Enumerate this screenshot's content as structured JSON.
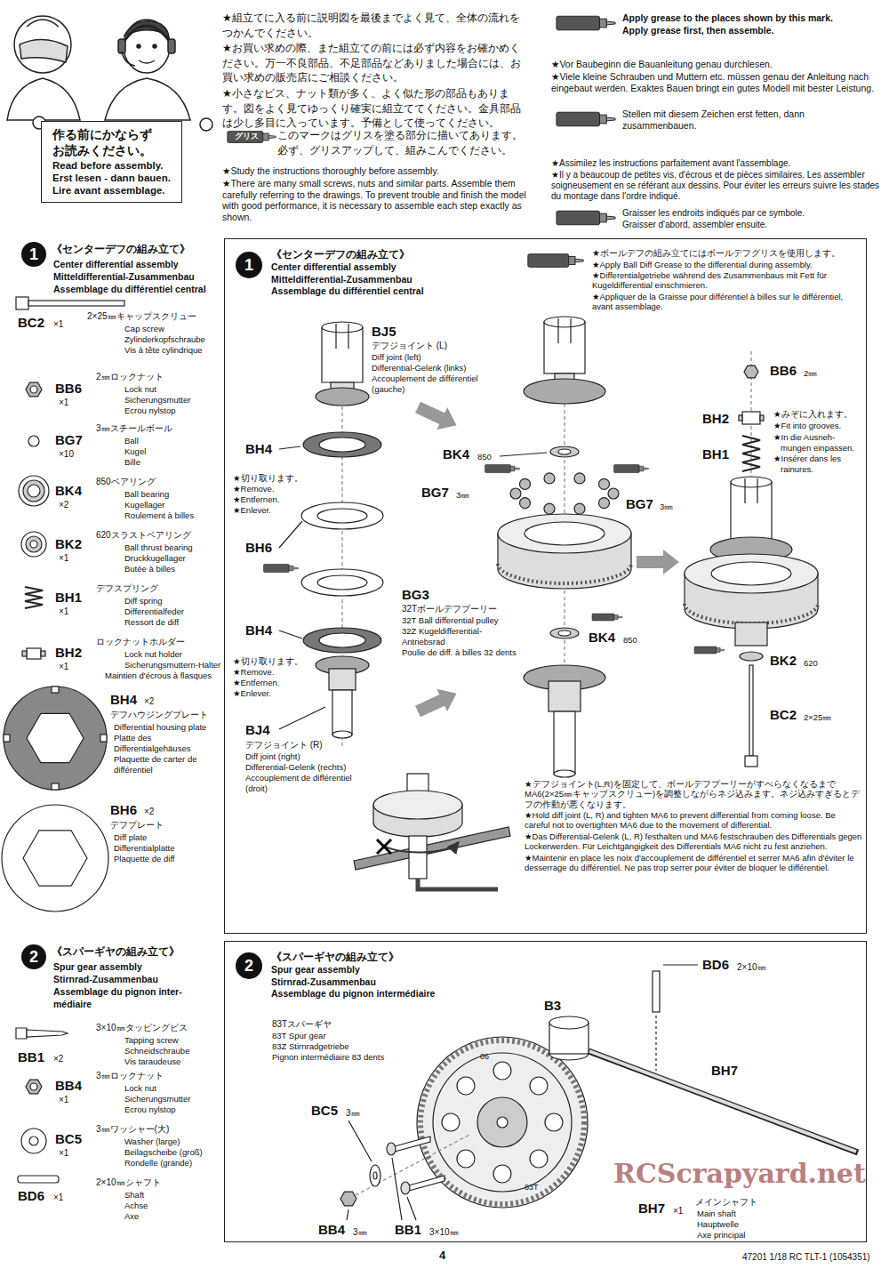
{
  "diagram": {
    "nodes": [
      {
        "text": [
          "作る前にかならず お読みください。",
          "Read before assembly.",
          "Erst lesen - dann bauen.",
          "Lire avant assemblage."
        ]
      },
      {
        "text": [
          "1"
        ]
      },
      {
        "text": [
          "《センターデフの組み立て》",
          "Center differential assembly",
          "Mitteldifferential-Zusammenbau",
          "Assemblage du différentiel central"
        ]
      },
      {
        "text": [
          "1"
        ],
        "in": 2
      },
      {
        "text": [
          "2"
        ]
      },
      {
        "text": [
          "《スパーギヤの組み立て》",
          "Spur gear assembly",
          "Stirnrad-Zusammenbau",
          "Assemblage du pignon intermédiaire"
        ]
      },
      {
        "text": [
          "2"
        ],
        "in": 5
      }
    ],
    "labels": [
      "★組立てに入る前に説明図を最後までよく見て、全体の流れをつかんでください。",
      "★お買い求めの際、また組立ての前には必ず内容をお確かめください。万一不良部品、不足部品などありました場合には、お買い求めの販売店にご相談ください。",
      "★小さなビス、ナット類が多く、よく似た形の部品もあります。図をよく見てゆっくり確実に組立ててください。金具部品は少し多目に入っています。予備として使ってください。",
      "グリス",
      "このマークはグリスを塗る部分に描いてあります。必ず、グリスアップして、組みこんでください。",
      "★Study the instructions thoroughly before assembly.",
      "★There are many small screws, nuts and similar parts. Assemble them carefully referring to the drawings. To prevent trouble and finish the model with good performance, it is necessary to assemble each step exactly as shown.",
      "Apply grease to the places shown by this mark.",
      "Apply grease first, then assemble.",
      "★Vor Baubeginn die Bauanleitung genau durchlesen.",
      "★Viele kleine Schrauben und Muttern etc. müssen genau der Anleitung nach eingebaut werden. Exaktes Bauen bringt ein gutes Modell mit bester Leistung.",
      "Stellen mit diesem Zeichen erst fetten, dann zusammenbauen.",
      "★Assimilez les instructions parfaitement avant l'assemblage.",
      "★Il y a beaucoup de petites vis, d'écrous et de pièces similaires. Les assembler soigneusement en se référant aux dessins. Pour éviter les erreurs suivre les stades du montage dans l'ordre indiqué.",
      "Graisser les endroits indiqués par ce symbole.",
      "Graisser d'abord, assembler ensuite.",
      "《センターデフの組み立て》",
      "Center differential assembly",
      "Mitteldifferential-Zusammenbau",
      "Assemblage du différentiel central",
      "BC2",
      "×1",
      "2×25㎜キャップスクリュー",
      "Cap screw",
      "Zylinderkopfschraube",
      "Vis à tête cylindrique",
      "BB6",
      "×1",
      "2㎜ロックナット",
      "Lock nut",
      "Sicherungsmutter",
      "Ecrou nylstop",
      "BG7",
      "×10",
      "3㎜スチールボール",
      "Ball",
      "Kugel",
      "Bille",
      "BK4",
      "×2",
      "850ベアリング",
      "Ball bearing",
      "Kugellager",
      "Roulement à billes",
      "BK2",
      "×1",
      "620スラストベアリング",
      "Ball thrust bearing",
      "Druckkugellager",
      "Butée à billes",
      "BH1",
      "×1",
      "デフスプリング",
      "Diff spring",
      "Differentialfeder",
      "Ressort de diff",
      "BH2",
      "×1",
      "ロックナットホルダー",
      "Lock nut holder",
      "Sicherungsmuttern-Halter",
      "Maintien d'écrous à flasques",
      "BH4",
      "×2",
      "デフハウジングプレート",
      "Differential housing plate",
      "Platte des",
      "Differentialgehäuses",
      "Plaquette de carter de",
      "différentiel",
      "BH6",
      "×2",
      "デフプレート",
      "Diff plate",
      "Differentialplatte",
      "Plaquette de diff",
      "《スパーギヤの組み立て》",
      "Spur gear assembly",
      "Stirnrad-Zusammenbau",
      "Assemblage du pignon inter-",
      "médiaire",
      "BB1",
      "×2",
      "3×10㎜タッピングビス",
      "Tapping screw",
      "Schneidschraube",
      "Vis taraudeuse",
      "BB4",
      "×1",
      "3㎜ロックナット",
      "Lock nut",
      "Sicherungsmutter",
      "Ecrou nylstop",
      "BC5",
      "×1",
      "3㎜ワッシャー(大)",
      "Washer (large)",
      "Beilagscheibe (groß)",
      "Rondelle (grande)",
      "BD6",
      "×1",
      "2×10㎜シャフト",
      "Shaft",
      "Achse",
      "Axe",
      "★ボールデフの組み立てにはボールデフグリスを使用します。",
      "★Apply Ball Diff Grease to the differential during assembly.",
      "★Differentialgetriebe während des Zusammenbaus mit Fett für Kugeldifferential einschmieren.",
      "★Appliquer de la Graisse pour différentiel à billes sur le différentiel, avant assemblage.",
      "BJ5",
      "デフジョイント (L)",
      "Diff joint (left)",
      "Differential-Gelenk (links)",
      "Accouplement de différentiel",
      "(gauche)",
      "BH4",
      "★切り取ります。",
      "★Remove.",
      "★Entfernen.",
      "★Enlever.",
      "BH6",
      "BH4",
      "★切り取ります。",
      "★Remove.",
      "★Entfernen.",
      "★Enlever.",
      "BJ4",
      "デフジョイント (R)",
      "Diff joint (right)",
      "Differential-Gelenk (rechts)",
      "Accouplement de différentiel",
      "(droit)",
      "BK4",
      "850",
      "BG7",
      "3㎜",
      "BG7",
      "3㎜",
      "BG3",
      "32Tボールデフプーリー",
      "32T Ball differential pulley",
      "32Z Kugeldifferential-",
      "Antriebsrad",
      "Poulie de diff. à billes 32 dents",
      "BK4",
      "850",
      "BB6",
      "2㎜",
      "BH2",
      "BH1",
      "★みぞに入れます。",
      "★Fit into grooves.",
      "★In die Ausneh-",
      "mungen einpassen.",
      "★Insérer dans les",
      "rainures.",
      "BK2",
      "620",
      "BC2",
      "2×25㎜",
      "★デフジョイント(L,R)を固定して、ボールデフプーリーがすべらなくなるまでMA6(2×25㎜キャップスクリュー)を調整しながらネジ込みます。ネジ込みすぎるとデフの作動が悪くなります。",
      "★Hold diff joint (L, R) and tighten MA6 to prevent differential from coming loose. Be careful not to overtighten MA6 due to the movement of differential.",
      "★Das Differential-Gelenk (L, R) festhalten und MA6 festschrauben des Differentials gegen Lockerwerden. Für Leichtgängigkeit des Differentials MA6 nicht zu fest anziehen.",
      "★Maintenir en place les noix d'accouplement de différentiel et serrer MA6 afin d'éviter le desserrage du différentiel. Ne pas trop serrer pour éviter de bloquer le différentiel.",
      "83Tスパーギヤ",
      "83T Spur gear",
      "83Z Stirnradgetriebe",
      "Pignon intermédiaire 83 dents",
      "83T",
      "06",
      "BD6",
      "2×10㎜",
      "B3",
      "BH7",
      "BC5",
      "3㎜",
      "BB4",
      "3㎜",
      "BB1",
      "3×10㎜",
      "BH7",
      "×1",
      "メインシャフト",
      "Main shaft",
      "Hauptwelle",
      "Axe principal",
      "RCScrapyard.net",
      "4",
      "47201 1/18 RC TLT-1 (1054351)"
    ]
  }
}
